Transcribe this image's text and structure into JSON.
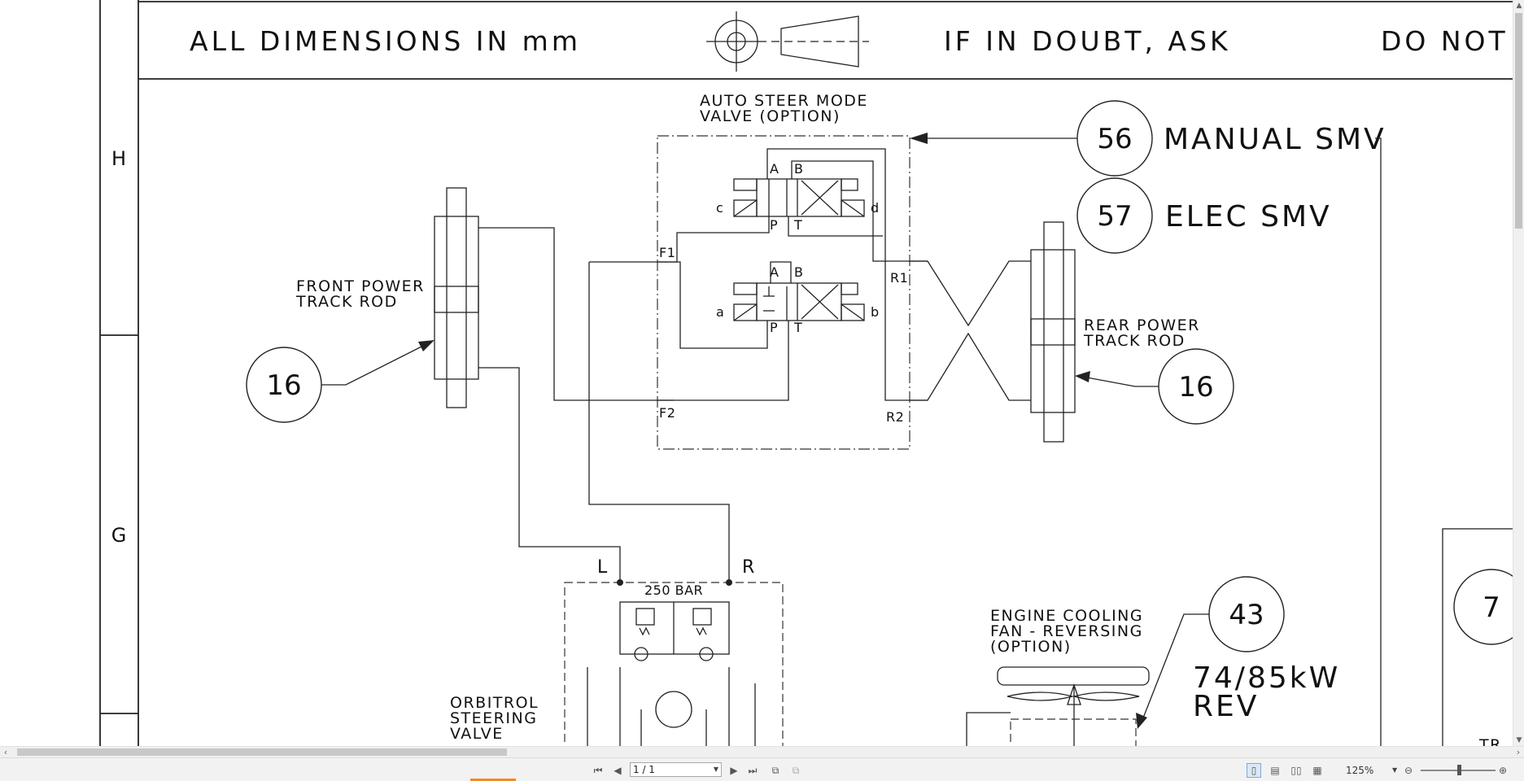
{
  "drawing": {
    "header": {
      "dimensions_note": "ALL DIMENSIONS IN mm",
      "doubt_note": "IF IN DOUBT, ASK",
      "do_not_note": "DO NOT"
    },
    "zones": [
      "H",
      "G"
    ],
    "labels": {
      "auto_steer_line1": "AUTO STEER MODE",
      "auto_steer_line2": "VALVE (OPTION)",
      "front_track_line1": "FRONT POWER",
      "front_track_line2": "TRACK ROD",
      "rear_track_line1": "REAR POWER",
      "rear_track_line2": "TRACK ROD",
      "manual_smv": "MANUAL SMV",
      "elec_smv": "ELEC SMV",
      "relief_pressure": "250 BAR",
      "port_l": "L",
      "port_r": "R",
      "orbitrol_line1": "ORBITROL",
      "orbitrol_line2": "STEERING",
      "orbitrol_line3": "VALVE",
      "fan_line1": "ENGINE COOLING",
      "fan_line2": "FAN - REVERSING",
      "fan_line3": "(OPTION)",
      "power_line1": "74/85kW",
      "power_line2": "REV",
      "cut_text": "TR"
    },
    "ports": {
      "f1": "F1",
      "f2": "F2",
      "r1": "R1",
      "r2": "R2",
      "upper": {
        "a": "A",
        "b": "B",
        "p": "P",
        "t": "T",
        "left": "c",
        "right": "d"
      },
      "lower": {
        "a": "A",
        "b": "B",
        "p": "P",
        "t": "T",
        "left": "a",
        "right": "b"
      }
    },
    "callouts": {
      "manual_smv": "56",
      "elec_smv": "57",
      "front_track": "16",
      "rear_track": "16",
      "fan": "43",
      "right_edge": "7"
    }
  },
  "status_bar": {
    "page_indicator": "1 / 1",
    "zoom": "125%"
  },
  "icons": {
    "first_page": "first-page-icon",
    "prev_page": "prev-page-icon",
    "next_page": "next-page-icon",
    "last_page": "last-page-icon",
    "zoom_in": "zoom-in-icon",
    "zoom_out": "zoom-out-icon"
  }
}
